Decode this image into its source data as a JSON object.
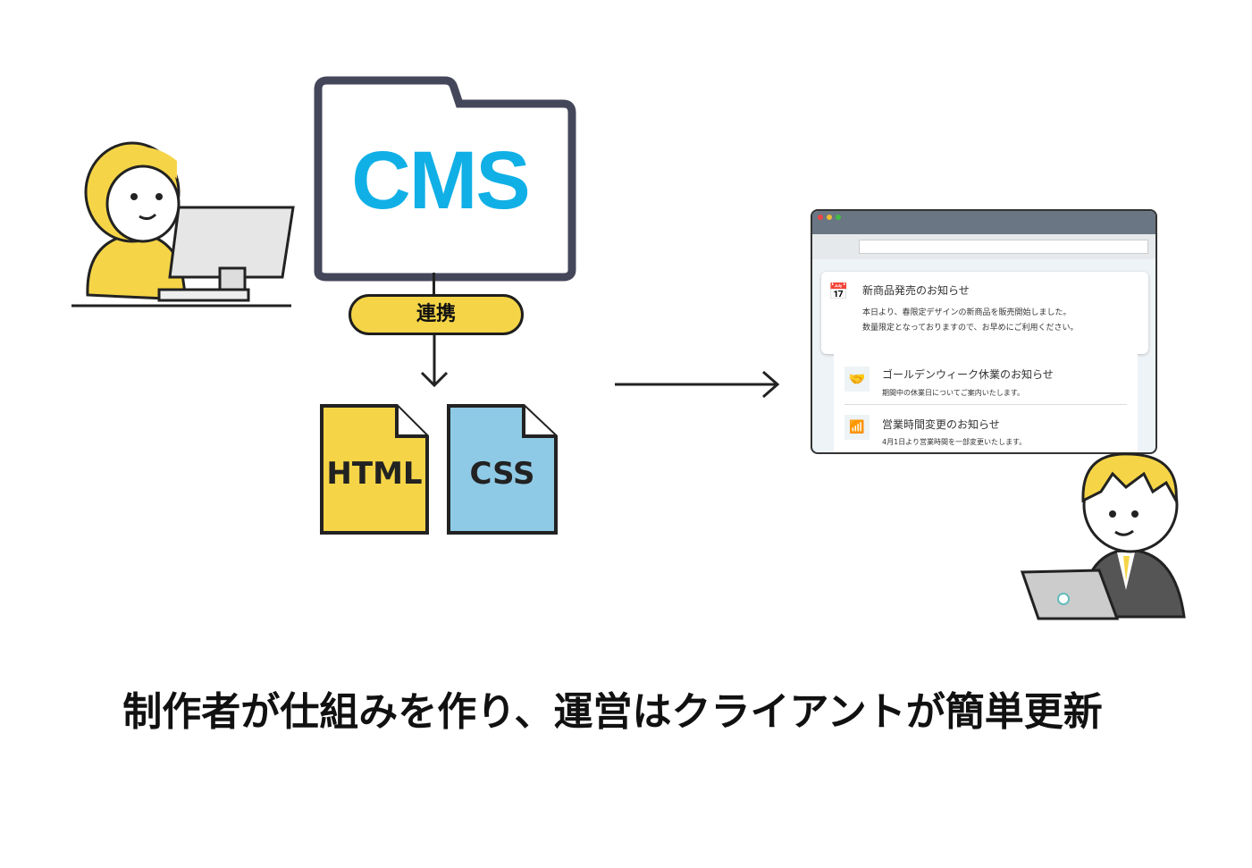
{
  "cms": {
    "title": "CMS",
    "link_label": "連携"
  },
  "files": [
    {
      "label": "HTML",
      "color": "#f5d547"
    },
    {
      "label": "CSS",
      "color": "#8ecae6"
    }
  ],
  "browser": {
    "featured": {
      "icon": "calendar-icon",
      "title": "新商品発売のお知らせ",
      "lines": [
        "本日より、春限定デザインの新商品を販売開始しました。",
        "数量限定となっておりますので、お早めにご利用ください。"
      ]
    },
    "items": [
      {
        "icon": "handshake-icon",
        "title": "ゴールデンウィーク休業のお知らせ",
        "desc": "期間中の休業日についてご案内いたします。"
      },
      {
        "icon": "bar-chart-icon",
        "title": "営業時間変更のお知らせ",
        "desc": "4月1日より営業時間を一部変更いたします。"
      }
    ]
  },
  "caption": "制作者が仕組みを作り、運営はクライアントが簡単更新",
  "colors": {
    "cms_blue": "#10b0e6",
    "accent_yellow": "#f5d547",
    "folder_border": "#44465a"
  }
}
